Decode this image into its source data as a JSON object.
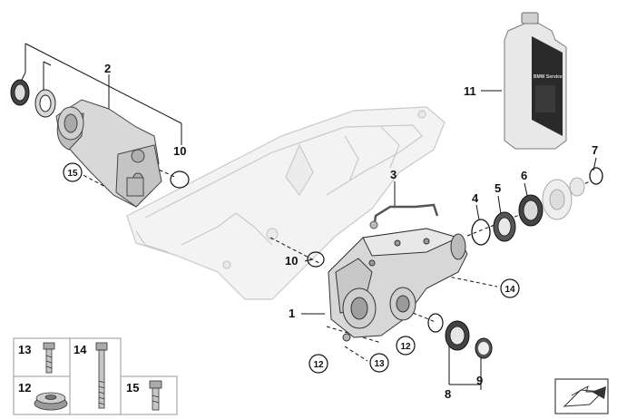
{
  "callouts": {
    "c1": "1",
    "c2": "2",
    "c3": "3",
    "c4": "4",
    "c5": "5",
    "c6": "6",
    "c7": "7",
    "c8": "8",
    "c9": "9",
    "c10a": "10",
    "c10b": "10",
    "c11": "11"
  },
  "circled": {
    "c15": "15",
    "c14": "14",
    "c12a": "12",
    "c12b": "12",
    "c13": "13"
  },
  "legend": {
    "l13": "13",
    "l14": "14",
    "l12": "12",
    "l15": "15"
  },
  "oil_bottle": {
    "label": "BMW Service"
  },
  "colors": {
    "outline": "#111111",
    "part_fill": "#e9e9e9",
    "part_shade": "#bdbdbd",
    "oil_pan": "#f2f2f2",
    "bottle_label": "#2a2a2a"
  },
  "icons": [
    "parts-catalog-arrow-icon"
  ]
}
